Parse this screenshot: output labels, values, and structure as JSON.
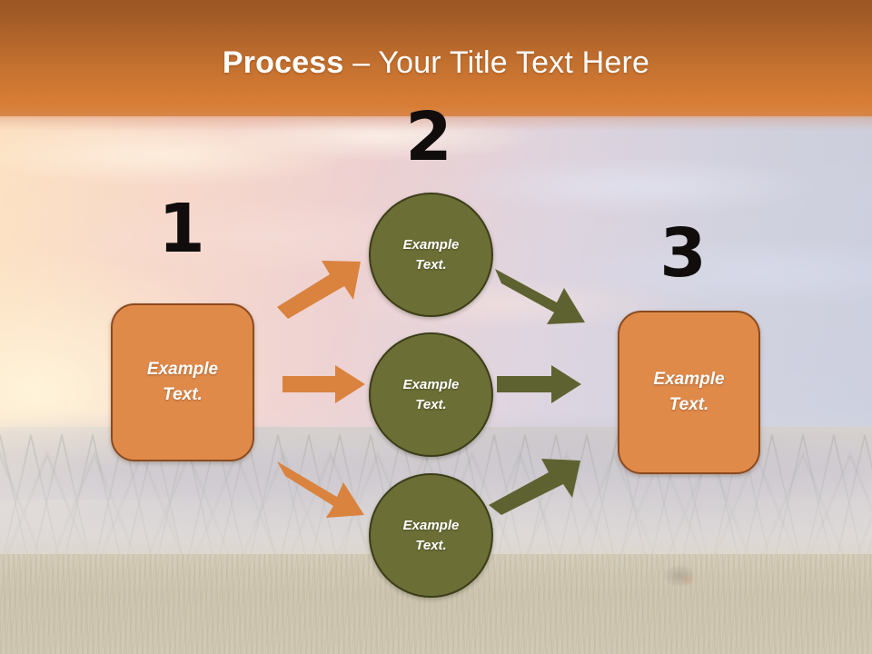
{
  "slide": {
    "title_strong": "Process",
    "title_light": " – Your Title Text Here",
    "background_description": "sunrise mountain meadow photograph"
  },
  "theme": {
    "header_top": "#9a5623",
    "header_bottom": "#d8803a",
    "box_fill": "#e08a4a",
    "box_border": "#8b4a1e",
    "circle_fill": "#6b6e35",
    "circle_border": "#3b3d18",
    "orange_arrow": "#d9833f",
    "green_arrow": "#5e6230",
    "number_color": "#100d0c",
    "label_color": "#ffffff"
  },
  "steps": [
    {
      "number": "1",
      "shape": "rounded-rectangle"
    },
    {
      "number": "2",
      "shape": "circle"
    },
    {
      "number": "3",
      "shape": "rounded-rectangle"
    }
  ],
  "nodes": {
    "start": {
      "line1": "Example",
      "line2": "Text."
    },
    "middle": [
      {
        "line1": "Example",
        "line2": "Text."
      },
      {
        "line1": "Example",
        "line2": "Text."
      },
      {
        "line1": "Example",
        "line2": "Text."
      }
    ],
    "end": {
      "line1": "Example",
      "line2": "Text."
    }
  },
  "arrows": [
    {
      "name": "start-to-middle-top",
      "color": "#d9833f",
      "direction": "up-right"
    },
    {
      "name": "start-to-middle-center",
      "color": "#d9833f",
      "direction": "right"
    },
    {
      "name": "start-to-middle-bottom",
      "color": "#d9833f",
      "direction": "down-right"
    },
    {
      "name": "middle-top-to-end",
      "color": "#5e6230",
      "direction": "down-right"
    },
    {
      "name": "middle-center-to-end",
      "color": "#5e6230",
      "direction": "right"
    },
    {
      "name": "middle-bottom-to-end",
      "color": "#5e6230",
      "direction": "up-right"
    }
  ]
}
